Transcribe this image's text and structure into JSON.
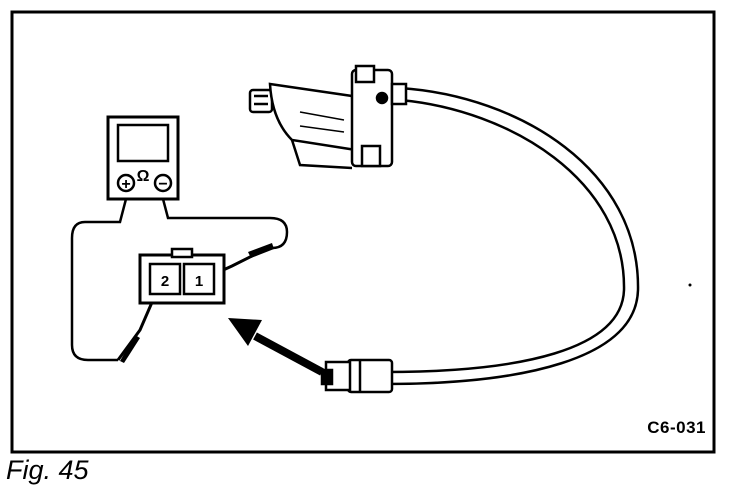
{
  "figure": {
    "caption": "Fig.  45",
    "reference_code": "C6-031"
  },
  "meter": {
    "ohm_symbol": "Ω",
    "positive_symbol": "+",
    "negative_symbol": "−"
  },
  "connector": {
    "terminal_left": "2",
    "terminal_right": "1"
  }
}
